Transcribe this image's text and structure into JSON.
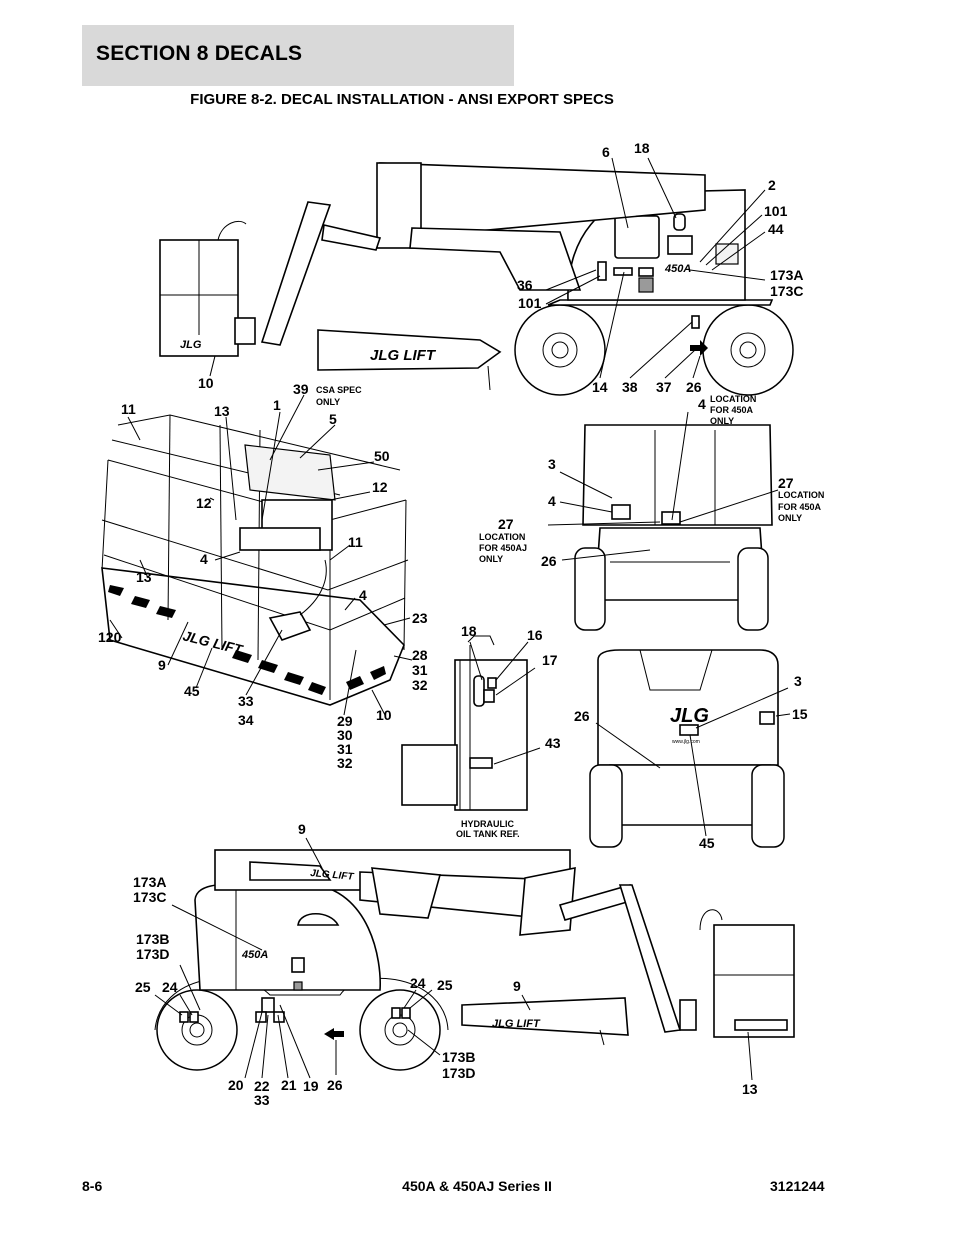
{
  "header": {
    "section_title": "SECTION 8   DECALS"
  },
  "figure": {
    "title": "FIGURE 8-2. DECAL INSTALLATION - ANSI EXPORT SPECS"
  },
  "branding": {
    "jlg": "JLG",
    "jlg_lift": "JLG LIFT",
    "model_badge": "450A",
    "web": "www.jlg.com"
  },
  "callouts": {
    "top_6": "6",
    "top_18": "18",
    "top_2": "2",
    "top_101a": "101",
    "top_44": "44",
    "top_36": "36",
    "top_101b": "101",
    "top_173a": "173A",
    "top_173c": "173C",
    "top_10": "10",
    "top_14": "14",
    "top_38": "38",
    "top_37": "37",
    "top_26": "26",
    "top_4": "4",
    "plat_11a": "11",
    "plat_13a": "13",
    "plat_1": "1",
    "plat_39": "39",
    "plat_5": "5",
    "plat_50": "50",
    "plat_12a": "12",
    "plat_12b": "12",
    "plat_11b": "11",
    "plat_4a": "4",
    "plat_13b": "13",
    "plat_4b": "4",
    "plat_23": "23",
    "plat_120": "120",
    "plat_9": "9",
    "plat_28": "28",
    "plat_31a": "31",
    "plat_32a": "32",
    "plat_45": "45",
    "plat_10": "10",
    "plat_33": "33",
    "plat_34": "34",
    "plat_29": "29",
    "plat_30": "30",
    "plat_31b": "31",
    "plat_32b": "32",
    "rear_3": "3",
    "rear_4": "4",
    "rear_27a": "27",
    "rear_27b": "27",
    "rear_26": "26",
    "tank_18": "18",
    "tank_16": "16",
    "tank_17": "17",
    "tank_43": "43",
    "back_3": "3",
    "back_15": "15",
    "back_26": "26",
    "back_45": "45",
    "bot_9a": "9",
    "bot_173a": "173A",
    "bot_173c": "173C",
    "bot_173b": "173B",
    "bot_173d": "173D",
    "bot_25a": "25",
    "bot_24a": "24",
    "bot_24b": "24",
    "bot_25b": "25",
    "bot_9b": "9",
    "bot_173b2": "173B",
    "bot_173d2": "173D",
    "bot_20": "20",
    "bot_22": "22",
    "bot_33": "33",
    "bot_21": "21",
    "bot_19": "19",
    "bot_26": "26",
    "bot_13": "13"
  },
  "notes": {
    "csa_1": "CSA SPEC",
    "csa_2": "ONLY",
    "loc450a_1": "LOCATION",
    "loc450a_2": "FOR 450A",
    "loc450a_3": "ONLY",
    "loc450a_b1": "LOCATION",
    "loc450a_b2": "FOR 450A",
    "loc450a_b3": "ONLY",
    "loc450aj_1": "LOCATION",
    "loc450aj_2": "FOR 450AJ",
    "loc450aj_3": "ONLY",
    "hyd_1": "HYDRAULIC",
    "hyd_2": "OIL TANK REF."
  },
  "footer": {
    "page": "8-6",
    "model": "450A & 450AJ Series II",
    "doc_number": "3121244"
  }
}
